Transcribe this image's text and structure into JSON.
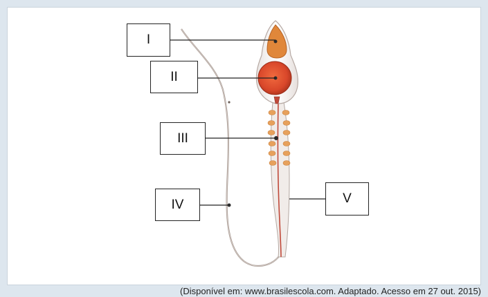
{
  "labels": {
    "l1": "I",
    "l2": "II",
    "l3": "III",
    "l4": "IV",
    "l5": "V"
  },
  "caption": "(Disponível em: www.brasilescola.com. Adaptado. Acesso em 27 out. 2015)",
  "colors": {
    "background_band": "#dde6ee",
    "acrosome": "#e0873a",
    "nucleus": "#d9472a",
    "mitochondria": "#e7a15c",
    "tail_outline": "#9a8a80",
    "leader_line": "#222222"
  }
}
